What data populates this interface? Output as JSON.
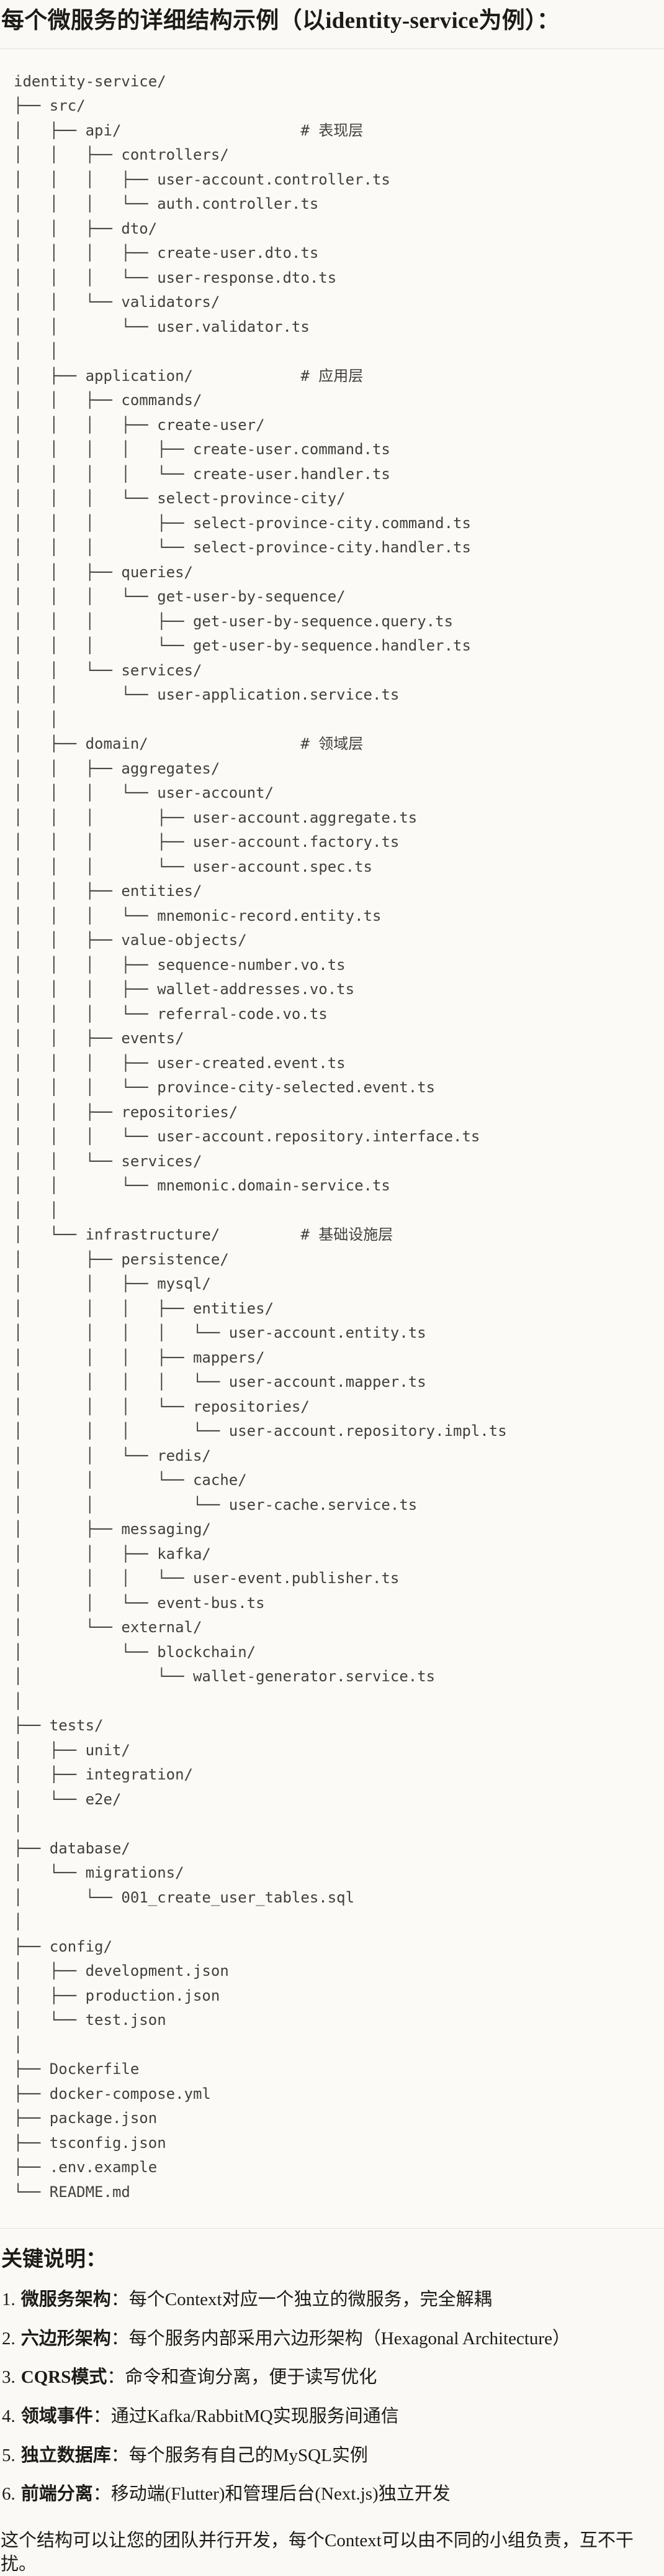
{
  "title": "每个微服务的详细结构示例（以identity-service为例）：",
  "colors": {
    "page_bg": "#faf9f5",
    "code_bg": "#fbfaf7",
    "border": "#e4e1d8",
    "tree_text": "#42403b",
    "body_text": "#1c1b18"
  },
  "code_block": {
    "lines": [
      "identity-service/",
      "├── src/",
      "│   ├── api/                    # 表现层",
      "│   │   ├── controllers/",
      "│   │   │   ├── user-account.controller.ts",
      "│   │   │   └── auth.controller.ts",
      "│   │   ├── dto/",
      "│   │   │   ├── create-user.dto.ts",
      "│   │   │   └── user-response.dto.ts",
      "│   │   └── validators/",
      "│   │       └── user.validator.ts",
      "│   │",
      "│   ├── application/            # 应用层",
      "│   │   ├── commands/",
      "│   │   │   ├── create-user/",
      "│   │   │   │   ├── create-user.command.ts",
      "│   │   │   │   └── create-user.handler.ts",
      "│   │   │   └── select-province-city/",
      "│   │   │       ├── select-province-city.command.ts",
      "│   │   │       └── select-province-city.handler.ts",
      "│   │   ├── queries/",
      "│   │   │   └── get-user-by-sequence/",
      "│   │   │       ├── get-user-by-sequence.query.ts",
      "│   │   │       └── get-user-by-sequence.handler.ts",
      "│   │   └── services/",
      "│   │       └── user-application.service.ts",
      "│   │",
      "│   ├── domain/                 # 领域层",
      "│   │   ├── aggregates/",
      "│   │   │   └── user-account/",
      "│   │   │       ├── user-account.aggregate.ts",
      "│   │   │       ├── user-account.factory.ts",
      "│   │   │       └── user-account.spec.ts",
      "│   │   ├── entities/",
      "│   │   │   └── mnemonic-record.entity.ts",
      "│   │   ├── value-objects/",
      "│   │   │   ├── sequence-number.vo.ts",
      "│   │   │   ├── wallet-addresses.vo.ts",
      "│   │   │   └── referral-code.vo.ts",
      "│   │   ├── events/",
      "│   │   │   ├── user-created.event.ts",
      "│   │   │   └── province-city-selected.event.ts",
      "│   │   ├── repositories/",
      "│   │   │   └── user-account.repository.interface.ts",
      "│   │   └── services/",
      "│   │       └── mnemonic.domain-service.ts",
      "│   │",
      "│   └── infrastructure/         # 基础设施层",
      "│       ├── persistence/",
      "│       │   ├── mysql/",
      "│       │   │   ├── entities/",
      "│       │   │   │   └── user-account.entity.ts",
      "│       │   │   ├── mappers/",
      "│       │   │   │   └── user-account.mapper.ts",
      "│       │   │   └── repositories/",
      "│       │   │       └── user-account.repository.impl.ts",
      "│       │   └── redis/",
      "│       │       └── cache/",
      "│       │           └── user-cache.service.ts",
      "│       ├── messaging/",
      "│       │   ├── kafka/",
      "│       │   │   └── user-event.publisher.ts",
      "│       │   └── event-bus.ts",
      "│       └── external/",
      "│           └── blockchain/",
      "│               └── wallet-generator.service.ts",
      "│",
      "├── tests/",
      "│   ├── unit/",
      "│   ├── integration/",
      "│   └── e2e/",
      "│",
      "├── database/",
      "│   └── migrations/",
      "│       └── 001_create_user_tables.sql",
      "│",
      "├── config/",
      "│   ├── development.json",
      "│   ├── production.json",
      "│   └── test.json",
      "│",
      "├── Dockerfile",
      "├── docker-compose.yml",
      "├── package.json",
      "├── tsconfig.json",
      "├── .env.example",
      "└── README.md"
    ]
  },
  "notes": {
    "heading": "关键说明：",
    "items": [
      {
        "num": "1.",
        "term": "微服务架构",
        "rest": "：每个Context对应一个独立的微服务，完全解耦"
      },
      {
        "num": "2.",
        "term": "六边形架构",
        "rest": "：每个服务内部采用六边形架构（Hexagonal Architecture）"
      },
      {
        "num": "3.",
        "term": "CQRS模式",
        "rest": "：命令和查询分离，便于读写优化"
      },
      {
        "num": "4.",
        "term": "领域事件",
        "rest": "：通过Kafka/RabbitMQ实现服务间通信"
      },
      {
        "num": "5.",
        "term": "独立数据库",
        "rest": "：每个服务有自己的MySQL实例"
      },
      {
        "num": "6.",
        "term": "前端分离",
        "rest": "：移动端(Flutter)和管理后台(Next.js)独立开发"
      }
    ],
    "footer": "这个结构可以让您的团队并行开发，每个Context可以由不同的小组负责，互不干扰。"
  }
}
